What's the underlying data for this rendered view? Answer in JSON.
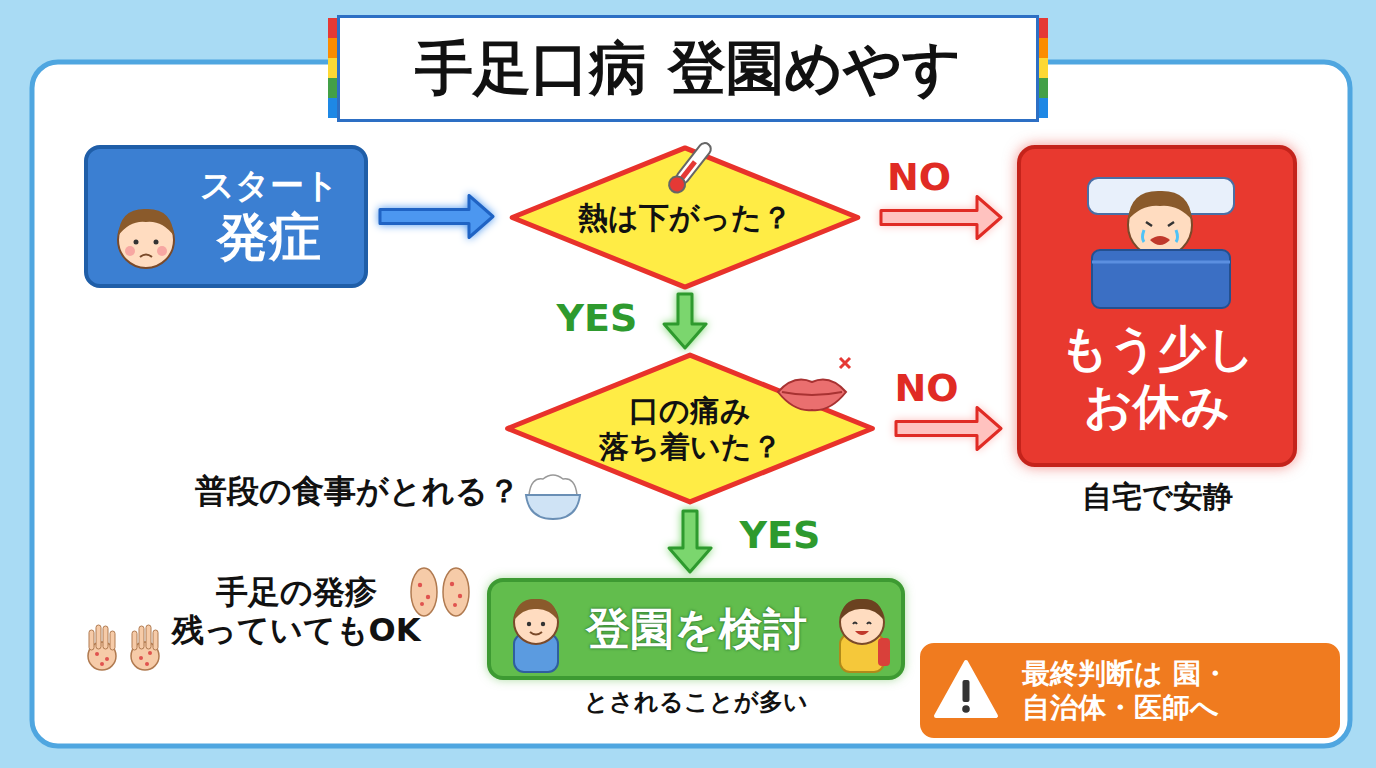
{
  "diagram": {
    "title": "手足口病 登園めやす",
    "nodes": [
      {
        "text": [
          "スタート",
          "発症"
        ]
      },
      {
        "text": [
          "熱は下がった？"
        ]
      },
      {
        "text": [
          "もう少し お休み",
          "自宅で安静"
        ]
      },
      {
        "text": [
          "口の痛み 落ち着いた？"
        ]
      },
      {
        "text": [
          "登園を検討",
          "とされることが多い"
        ]
      },
      {
        "text": [
          "最終判断は 園・自治体・医師へ"
        ]
      }
    ],
    "edges": [
      {
        "from": 0,
        "to": 1,
        "arrow": "to"
      },
      {
        "from": 1,
        "to": 2,
        "label": "NO",
        "arrow": "to"
      },
      {
        "from": 1,
        "to": 3,
        "label": "YES",
        "arrow": "to"
      },
      {
        "from": 3,
        "to": 2,
        "label": "NO",
        "arrow": "to"
      },
      {
        "from": 3,
        "to": 4,
        "label": "YES",
        "arrow": "to"
      }
    ],
    "labels": [
      "普段の食事がとれる？",
      "手足の発疹 残っていてもOK"
    ]
  }
}
